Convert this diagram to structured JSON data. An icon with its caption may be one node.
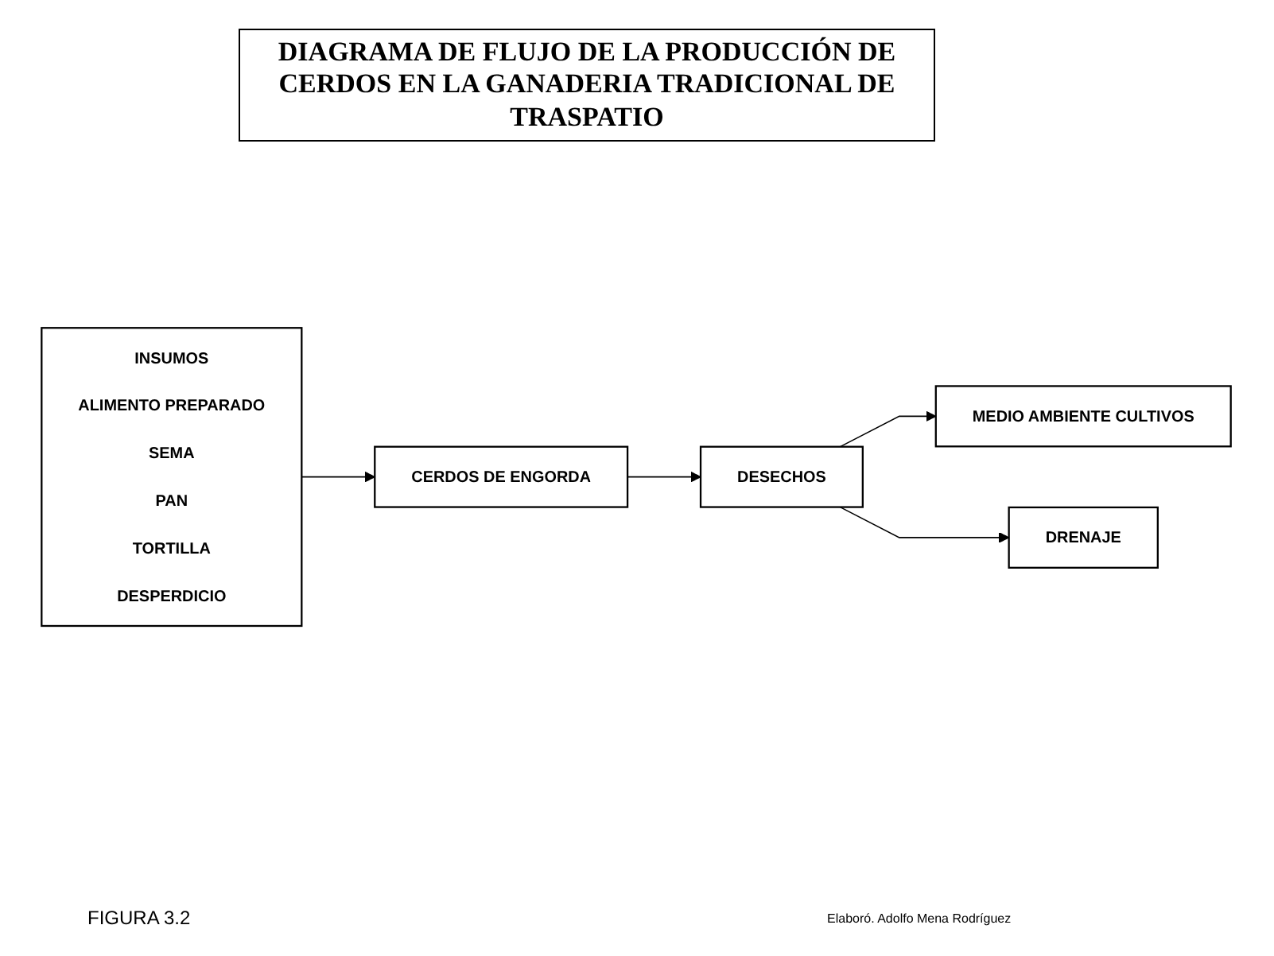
{
  "diagram": {
    "title": "DIAGRAMA DE FLUJO DE LA PRODUCCIÓN DE CERDOS EN LA GANADERIA TRADICIONAL DE TRASPATIO",
    "caption": "FIGURA 3.2",
    "nodes": [
      {
        "text": [
          "INSUMOS",
          "ALIMENTO PREPARADO",
          "SEMA",
          "PAN",
          "TORTILLA",
          "DESPERDICIO"
        ]
      },
      {
        "text": [
          "CERDOS DE ENGORDA"
        ]
      },
      {
        "text": [
          "DESECHOS"
        ]
      },
      {
        "text": [
          "MEDIO AMBIENTE CULTIVOS"
        ]
      },
      {
        "text": [
          "DRENAJE"
        ]
      }
    ],
    "edges": [
      {
        "from": 0,
        "to": 1,
        "arrow": "to"
      },
      {
        "from": 1,
        "to": 2,
        "arrow": "to"
      },
      {
        "from": 2,
        "to": 3,
        "arrow": "to"
      },
      {
        "from": 2,
        "to": 4,
        "arrow": "to"
      }
    ],
    "labels": [
      "Elaboró. Adolfo Mena Rodríguez"
    ]
  }
}
